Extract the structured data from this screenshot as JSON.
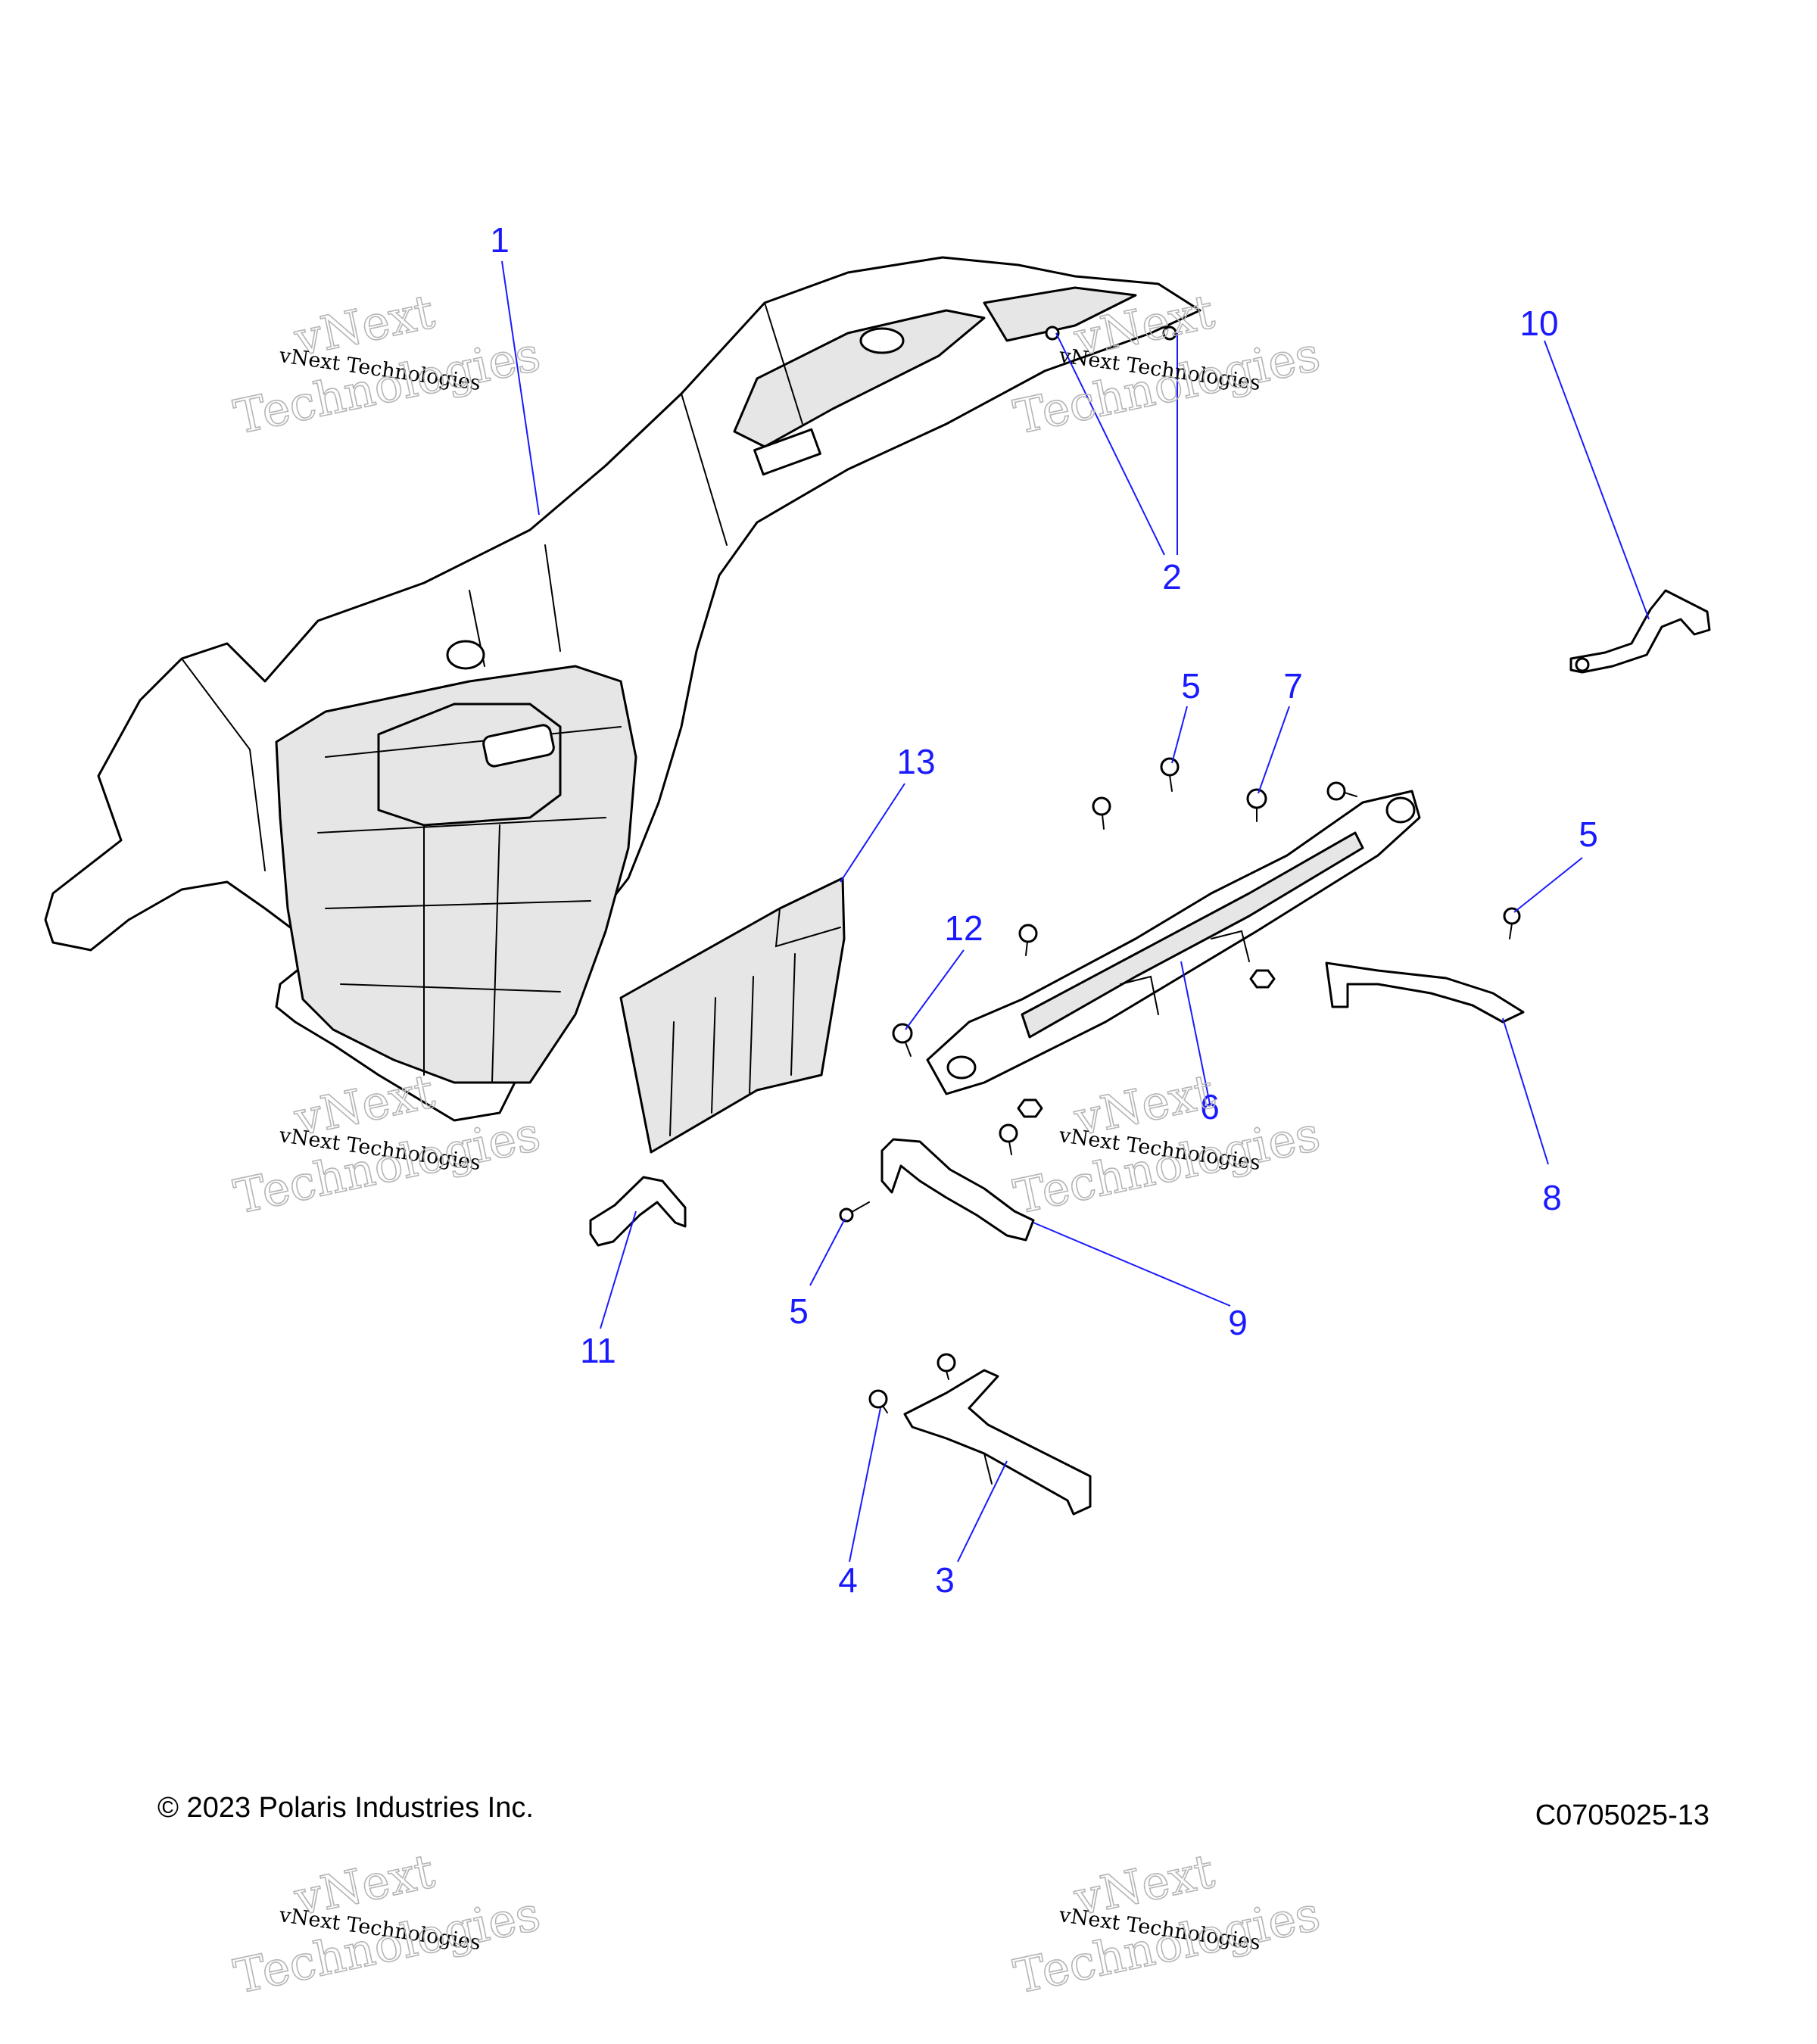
{
  "copyright": "© 2023 Polaris Industries Inc.",
  "figure_id": "C0705025-13",
  "watermark": {
    "line_small": "vNext Technologies",
    "line_top": "vNext",
    "line_bottom": "Technologies"
  },
  "callouts": {
    "c1": "1",
    "c2": "2",
    "c3": "3",
    "c4": "4",
    "c5a": "5",
    "c5b": "5",
    "c5c": "5",
    "c6": "6",
    "c7": "7",
    "c8": "8",
    "c9": "9",
    "c10": "10",
    "c11": "11",
    "c12": "12",
    "c13": "13"
  },
  "colors": {
    "callout": "#1a1aff",
    "line": "#000000",
    "shade": "#e6e6e6",
    "watermark_outline": "#b5b5b5"
  }
}
